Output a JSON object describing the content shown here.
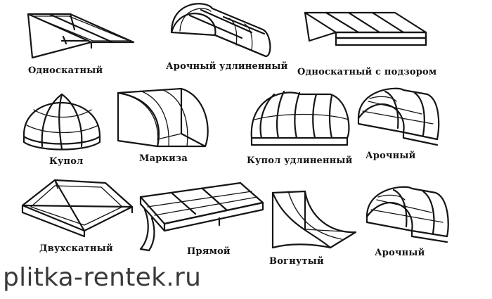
{
  "items": [
    {
      "label": "Односкатный"
    },
    {
      "label": "Арочный удлиненный"
    },
    {
      "label": "Односкатный с подзором"
    },
    {
      "label": "Купол"
    },
    {
      "label": "Маркиза"
    },
    {
      "label": "Купол удлиненный"
    },
    {
      "label": "Арочный"
    },
    {
      "label": "Двухскатный"
    },
    {
      "label": "Прямой"
    },
    {
      "label": "Вогнутый"
    },
    {
      "label": "Арочный"
    }
  ],
  "watermark": "plitka-rentek.ru",
  "colors": {
    "ink": "#151515",
    "background": "#ffffff",
    "watermark": "#3a3a3a"
  }
}
